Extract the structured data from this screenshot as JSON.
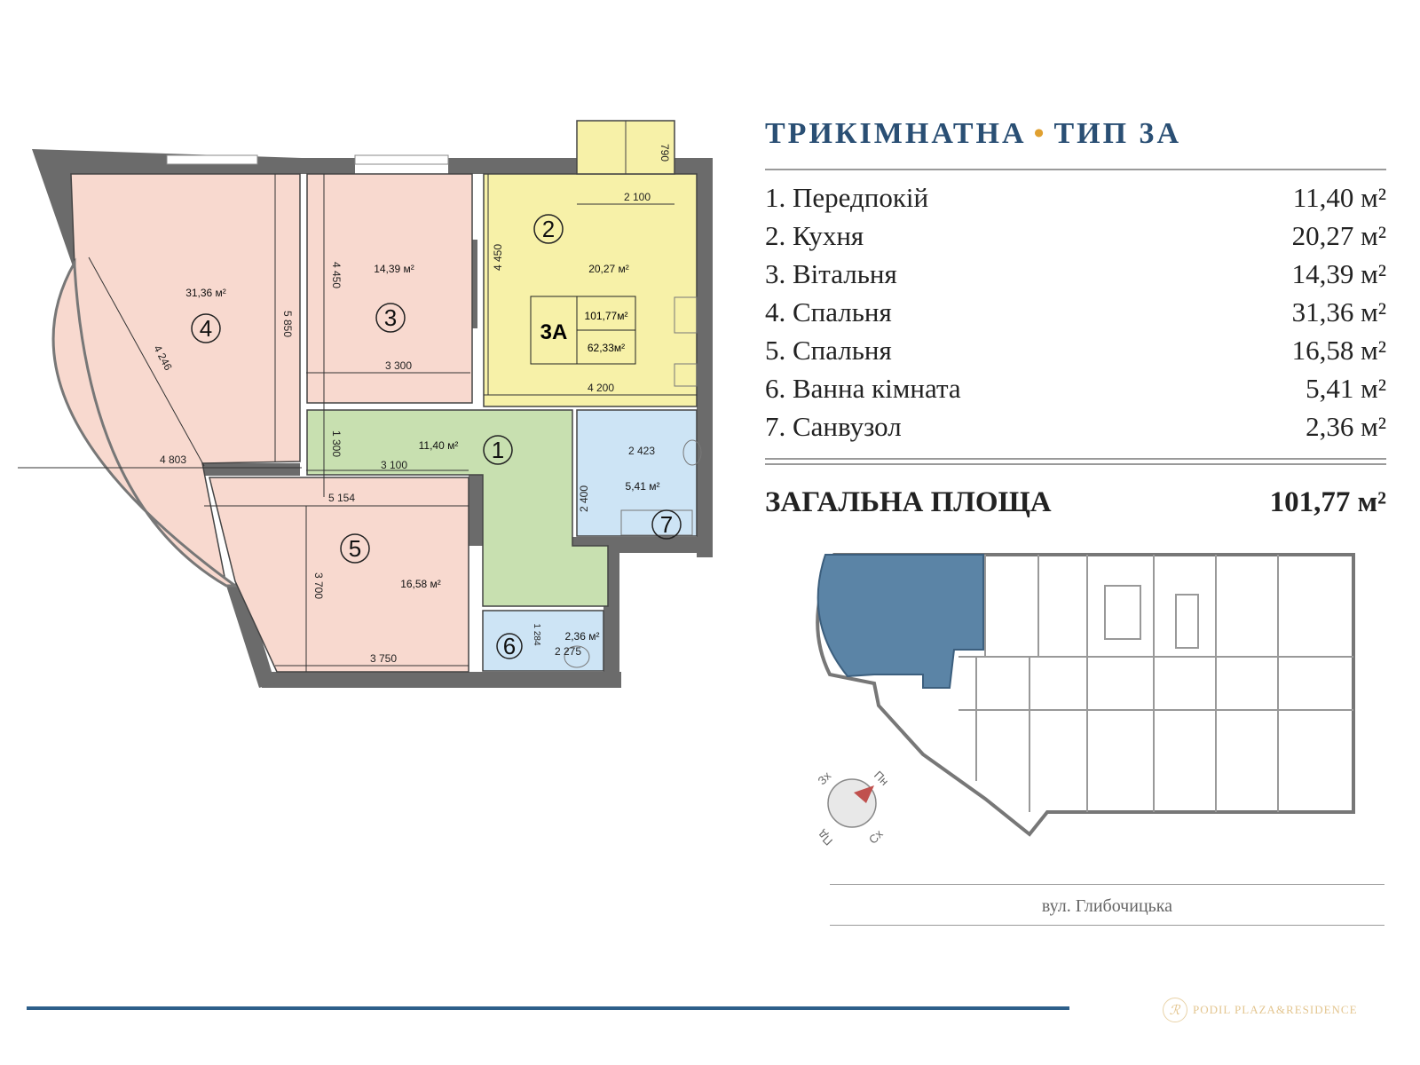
{
  "header": {
    "title_left": "ТРИКІМНАТНА",
    "title_sep": "•",
    "title_right": "ТИП 3А"
  },
  "rooms": [
    {
      "label": "1. Передпокій",
      "area": "11,40 м²"
    },
    {
      "label": "2. Кухня",
      "area": "20,27 м²"
    },
    {
      "label": "3. Вітальня",
      "area": "14,39 м²"
    },
    {
      "label": "4. Спальня",
      "area": "31,36 м²"
    },
    {
      "label": "5. Спальня",
      "area": "16,58 м²"
    },
    {
      "label": "6. Ванна кімната",
      "area": "5,41 м²"
    },
    {
      "label": "7. Санвузол",
      "area": "2,36 м²"
    }
  ],
  "total": {
    "label": "ЗАГАЛЬНА ПЛОЩА",
    "value": "101,77 м²"
  },
  "plan": {
    "colors": {
      "bedroom": "#f8d9cf",
      "kitchen": "#f7f1a8",
      "hall": "#c8e0b0",
      "bath": "#cde4f5",
      "wall": "#555555"
    },
    "room_numbers": [
      "1",
      "2",
      "3",
      "4",
      "5",
      "6",
      "7"
    ],
    "room_areas": {
      "r1": "11,40 м²",
      "r2": "20,27 м²",
      "r3": "14,39 м²",
      "r4": "31,36 м²",
      "r5": "16,58 м²",
      "r6": "2,36 м²",
      "r7": "5,41 м²"
    },
    "type_badge": {
      "type": "3А",
      "total": "101,77м²",
      "living": "62,33м²"
    },
    "dimensions": [
      "790",
      "2 100",
      "4 450",
      "4 450",
      "5 850",
      "4 246",
      "3 300",
      "4 200",
      "1 300",
      "3 100",
      "4 803",
      "5 154",
      "2 423",
      "2 400",
      "3 700",
      "3 750",
      "1 284",
      "2 275"
    ]
  },
  "compass": {
    "n": "Пн",
    "s": "Пд",
    "e": "Сх",
    "w": "Зх",
    "arrow_color": "#c0504d"
  },
  "keyplan": {
    "highlight_color": "#5b84a6"
  },
  "street": "вул. Глибочицька",
  "logo": {
    "mark": "PR",
    "text": "PODIL PLAZA&RESIDENCE"
  },
  "accent_color": "#2a4f74"
}
